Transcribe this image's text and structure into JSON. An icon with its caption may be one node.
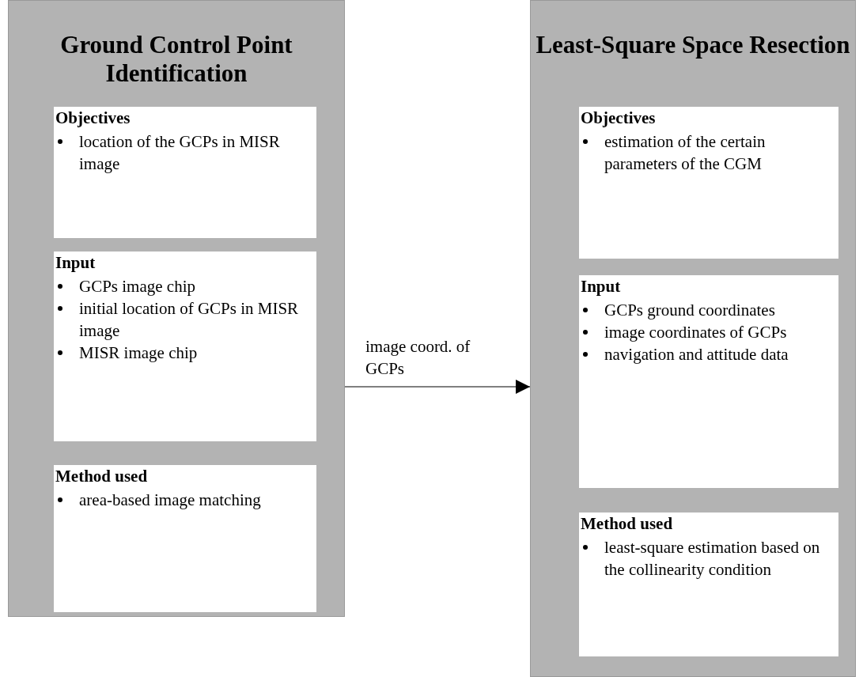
{
  "diagram": {
    "nodes": [
      {
        "text": [
          "Ground Control Point Identification"
        ]
      },
      {
        "text": [
          "Objectives",
          "location of the GCPs in MISR image"
        ],
        "in": 0
      },
      {
        "text": [
          "Input",
          "GCPs image chip",
          "initial location of GCPs in MISR image",
          "MISR image chip"
        ],
        "in": 0
      },
      {
        "text": [
          "Method used",
          "area-based image matching"
        ],
        "in": 0
      },
      {
        "text": [
          "Least-Square Space Resection"
        ]
      },
      {
        "text": [
          "Objectives",
          "estimation of the certain parameters of the CGM"
        ],
        "in": 4
      },
      {
        "text": [
          "Input",
          "GCPs ground coordinates",
          "image coordinates of GCPs",
          "navigation and attitude data"
        ],
        "in": 4
      },
      {
        "text": [
          "Method used",
          "least-square estimation based on the collinearity condition"
        ],
        "in": 4
      }
    ],
    "edges": [
      {
        "from": 0,
        "to": 4,
        "arrow": "to",
        "label": "image coord. of GCPs"
      }
    ]
  }
}
